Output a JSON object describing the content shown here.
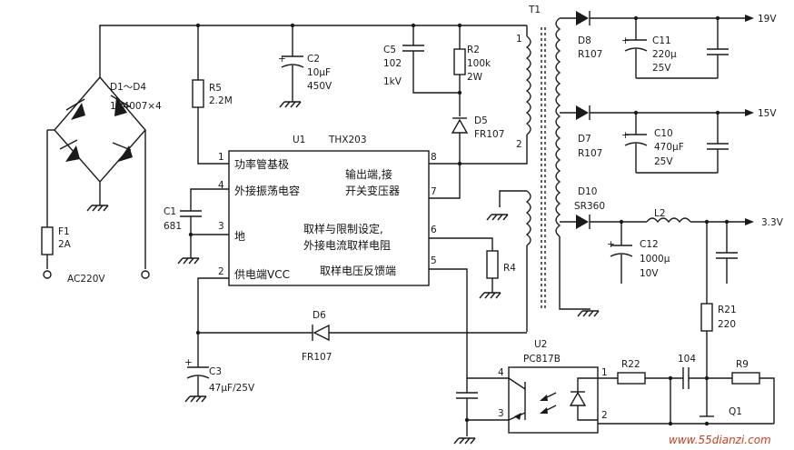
{
  "labels": {
    "d1_d4": "D1～D4",
    "d1_d4_part": "1N4007×4",
    "r5": "R5",
    "r5_val": "2.2M",
    "c2": "C2",
    "c2_val1": "10μF",
    "c2_val2": "450V",
    "c5": "C5",
    "c5_val1": "102",
    "c5_val2": "1kV",
    "r2": "R2",
    "r2_val1": "100k",
    "r2_val2": "2W",
    "d5": "D5",
    "d5_val": "FR107",
    "t1": "T1",
    "t1_pin1": "1",
    "t1_pin2": "2",
    "u1": "U1",
    "u1_part": "THX203",
    "f1": "F1",
    "f1_val": "2A",
    "ac": "AC220V",
    "c1": "C1",
    "c1_val": "681",
    "c3": "C3",
    "c3_val": "47μF/25V",
    "d6": "D6",
    "d6_val": "FR107",
    "r4": "R4",
    "d8": "D8",
    "d8_val": "R107",
    "c11": "C11",
    "c11_val1": "220μ",
    "c11_val2": "25V",
    "v19": "19V",
    "d7": "D7",
    "d7_val": "R107",
    "c10": "C10",
    "c10_val1": "470μF",
    "c10_val2": "25V",
    "v15": "15V",
    "d10": "D10",
    "d10_val": "SR360",
    "l2": "L2",
    "v33": "3.3V",
    "c12": "C12",
    "c12_val1": "1000μ",
    "c12_val2": "10V",
    "r21": "R21",
    "r21_val": "220",
    "u2": "U2",
    "u2_part": "PC817B",
    "r22": "R22",
    "c104": "104",
    "r9": "R9",
    "q1": "Q1",
    "watermark": "www.55dianzi.com"
  },
  "ic_pins": {
    "p1": "1",
    "p2": "2",
    "p3": "3",
    "p4": "4",
    "p5": "5",
    "p6": "6",
    "p7": "7",
    "p8": "8",
    "pin1_name": "功率管基极",
    "pin4_name": "外接振荡电容",
    "pin3_name": "地",
    "pin2_name": "供电端VCC",
    "pin8_name_1": "输出端,接",
    "pin7_name_2": "开关变压器",
    "pin6_name_1": "取样与限制设定,",
    "pin6_name_2": "外接电流取样电阻",
    "pin5_name": "取样电压反馈端"
  },
  "opto_pins": {
    "p1": "1",
    "p2": "2",
    "p3": "3",
    "p4": "4"
  }
}
